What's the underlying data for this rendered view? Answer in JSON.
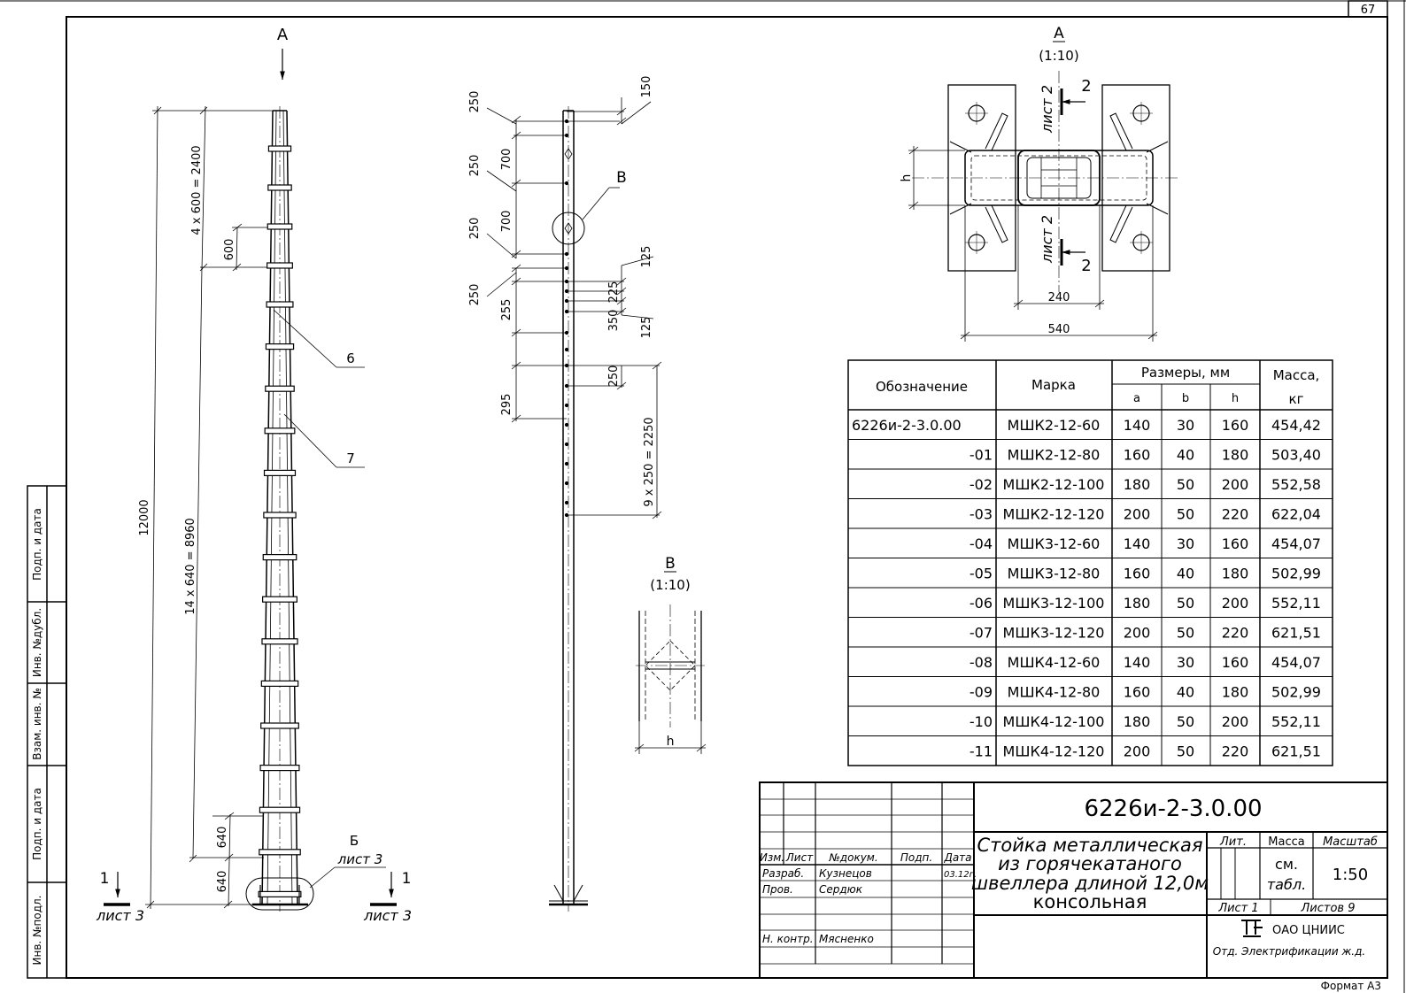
{
  "page_number": "67",
  "format_label": "Формат А3",
  "view_a_arrow_label": "А",
  "left_dims": {
    "total": "12000",
    "top_spacing": "4 x 600 = 2400",
    "single_600": "600",
    "middle_spacing": "14 x 640 = 8960",
    "bottom_640_a": "640",
    "bottom_640_b": "640"
  },
  "callouts": {
    "c6": "6",
    "c7": "7",
    "b_letter": "Б",
    "b_sheet": "лист 3"
  },
  "section_marks": {
    "left_num": "1",
    "left_sheet": "лист 3",
    "right_num": "1",
    "right_sheet": "лист 3"
  },
  "side_dims": {
    "d250_1": "250",
    "d250_2": "250",
    "d250_3": "250",
    "d250_4": "250",
    "d700_1": "700",
    "d700_2": "700",
    "d255": "255",
    "d295": "295",
    "d150": "150",
    "d125_1": "125",
    "d225": "225",
    "d350": "350",
    "d125_2": "125",
    "d250_r": "250",
    "d9x250": "9 x 250 = 2250",
    "callout_v": "В"
  },
  "view_a": {
    "title": "А",
    "scale": "(1:10)",
    "h_label": "h",
    "dim_240": "240",
    "dim_540": "540",
    "sec_num_top": "2",
    "sec_sheet_top": "лист 2",
    "sec_num_bot": "2",
    "sec_sheet_bot": "лист 2"
  },
  "view_v": {
    "title": "В",
    "scale": "(1:10)",
    "h_label": "h"
  },
  "table": {
    "headers": {
      "designation": "Обозначение",
      "mark": "Марка",
      "sizes": "Размеры, мм",
      "a": "a",
      "b": "b",
      "h": "h",
      "mass": "Масса,",
      "mass_unit": "кг"
    },
    "rows": [
      [
        "6226и-2-3.0.00",
        "МШК2-12-60",
        "140",
        "30",
        "160",
        "454,42"
      ],
      [
        "-01",
        "МШК2-12-80",
        "160",
        "40",
        "180",
        "503,40"
      ],
      [
        "-02",
        "МШК2-12-100",
        "180",
        "50",
        "200",
        "552,58"
      ],
      [
        "-03",
        "МШК2-12-120",
        "200",
        "50",
        "220",
        "622,04"
      ],
      [
        "-04",
        "МШК3-12-60",
        "140",
        "30",
        "160",
        "454,07"
      ],
      [
        "-05",
        "МШК3-12-80",
        "160",
        "40",
        "180",
        "502,99"
      ],
      [
        "-06",
        "МШК3-12-100",
        "180",
        "50",
        "200",
        "552,11"
      ],
      [
        "-07",
        "МШК3-12-120",
        "200",
        "50",
        "220",
        "621,51"
      ],
      [
        "-08",
        "МШК4-12-60",
        "140",
        "30",
        "160",
        "454,07"
      ],
      [
        "-09",
        "МШК4-12-80",
        "160",
        "40",
        "180",
        "502,99"
      ],
      [
        "-10",
        "МШК4-12-100",
        "180",
        "50",
        "200",
        "552,11"
      ],
      [
        "-11",
        "МШК4-12-120",
        "200",
        "50",
        "220",
        "621,51"
      ]
    ]
  },
  "title_block": {
    "doc_code": "6226и-2-3.0.00",
    "title_lines": [
      "Стойка металлическая",
      "из горячекатаного",
      "швеллера длиной 12,0м",
      "консольная"
    ],
    "lit_label": "Лит.",
    "mass_label": "Масса",
    "scale_label": "Масштаб",
    "mass_value_1": "см.",
    "mass_value_2": "табл.",
    "scale_value": "1:50",
    "sheet_label": "Лист 1",
    "sheets_label": "Листов 9",
    "org_name": "ОАО ЦНИИС",
    "org_dept": "Отд. Электрификации ж.д.",
    "col_izm": "Изм.",
    "col_list": "Лист",
    "col_ndoc": "№докум.",
    "col_podp": "Подп.",
    "col_data": "Дата",
    "role_razrab": "Разраб.",
    "name_razrab": "Кузнецов",
    "date_razrab": "03.12г.",
    "role_prov": "Пров.",
    "name_prov": "Сердюк",
    "role_nkontr": "Н. контр.",
    "name_nkontr": "Мясненко"
  },
  "left_stamp": {
    "podp_data_top": "Подп. и дата",
    "inv_dubl": "Инв. №дубл.",
    "vzam_inv": "Взам. инв. №",
    "podp_data_bot": "Подп. и дата",
    "inv_podl": "Инв. №подл."
  }
}
